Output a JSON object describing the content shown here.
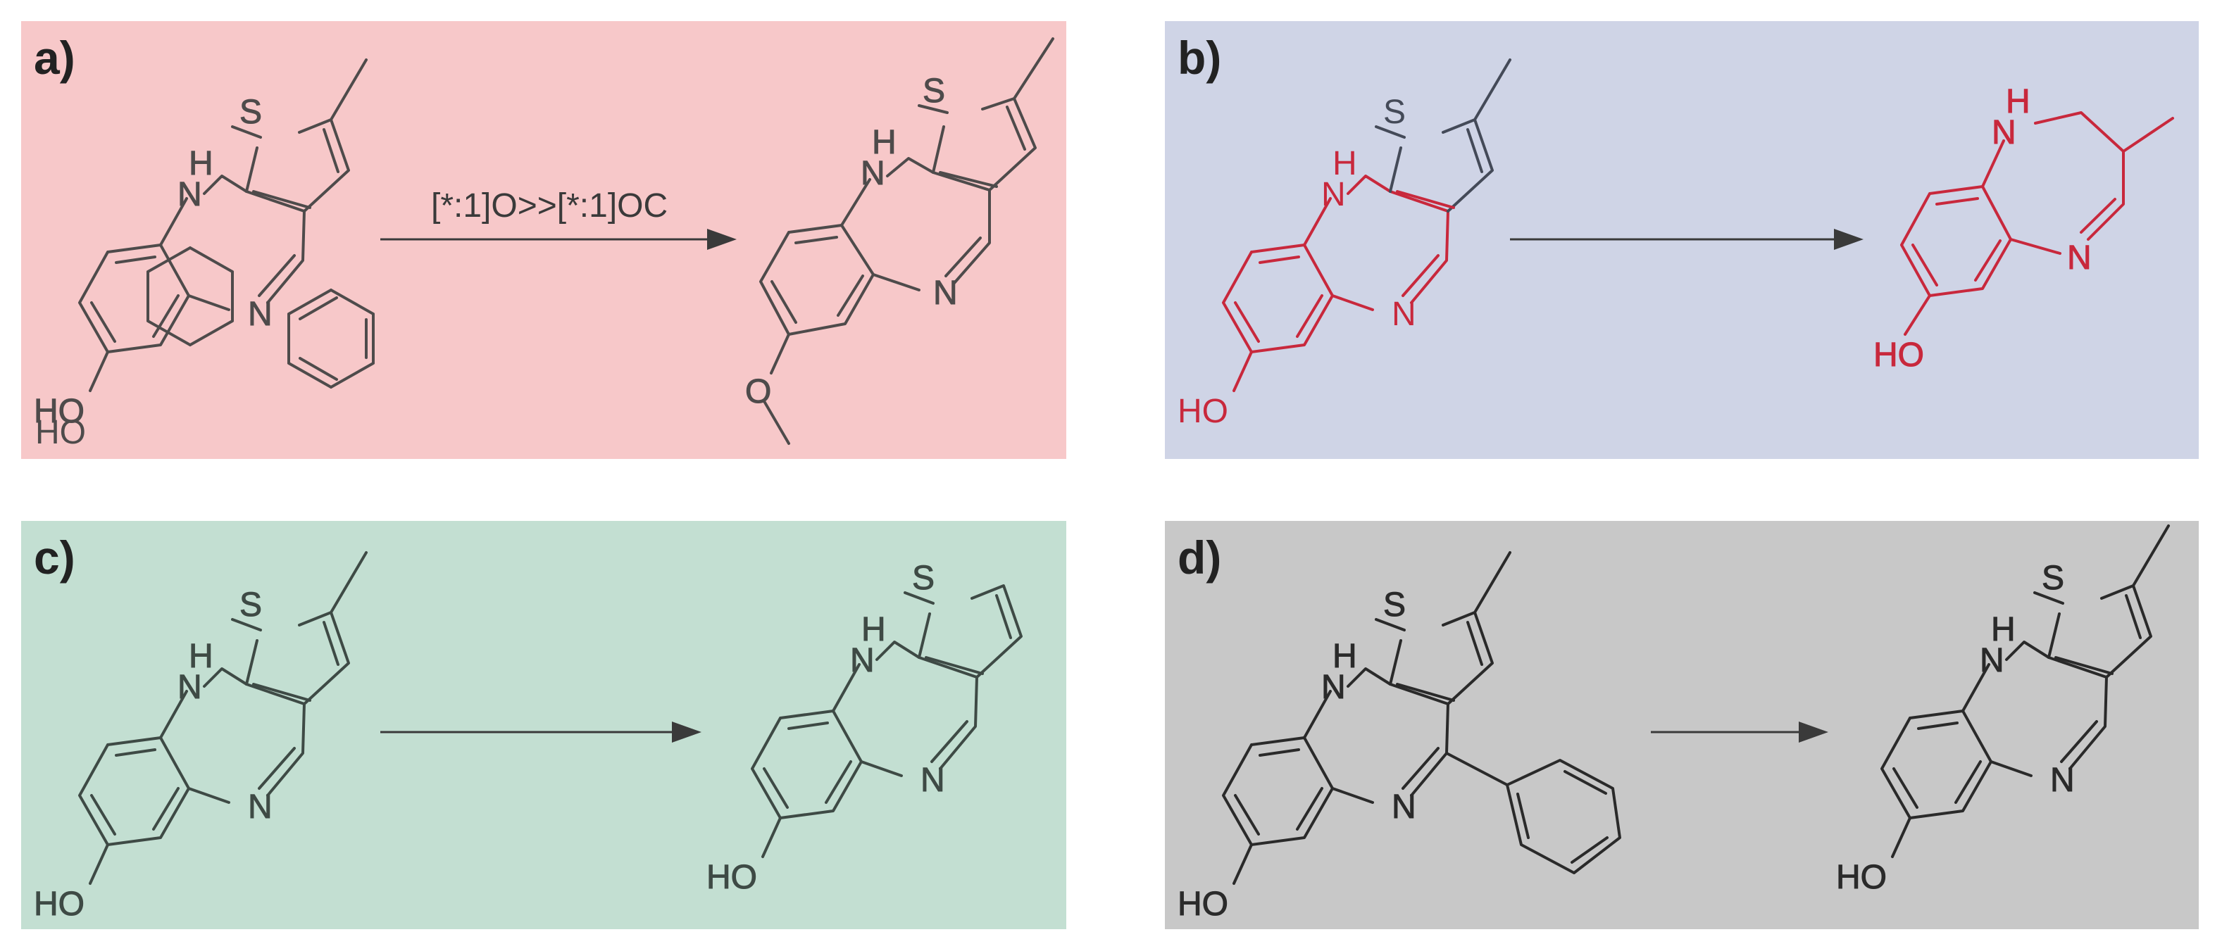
{
  "colors": {
    "panel_a_bg": "#f7c8c9",
    "panel_b_bg": "#cfd4e6",
    "panel_c_bg": "#c3dfd2",
    "panel_d_bg": "#c8c8c8",
    "bond_a": "#4e4b4b",
    "bond_b": "#444a58",
    "highlight_b": "#c8283c",
    "bond_c": "#3e4a45",
    "bond_d": "#2a2a2a",
    "arrow": "#3a3a3a"
  },
  "panels": {
    "a": {
      "label": "a)",
      "arrow_label": "[*:1]O>>[*:1]OC"
    },
    "b": {
      "label": "b)"
    },
    "c": {
      "label": "c)"
    },
    "d": {
      "label": "d)"
    }
  },
  "atoms": {
    "S": "S",
    "H": "H",
    "N": "N",
    "O": "O",
    "HO": "HO"
  }
}
